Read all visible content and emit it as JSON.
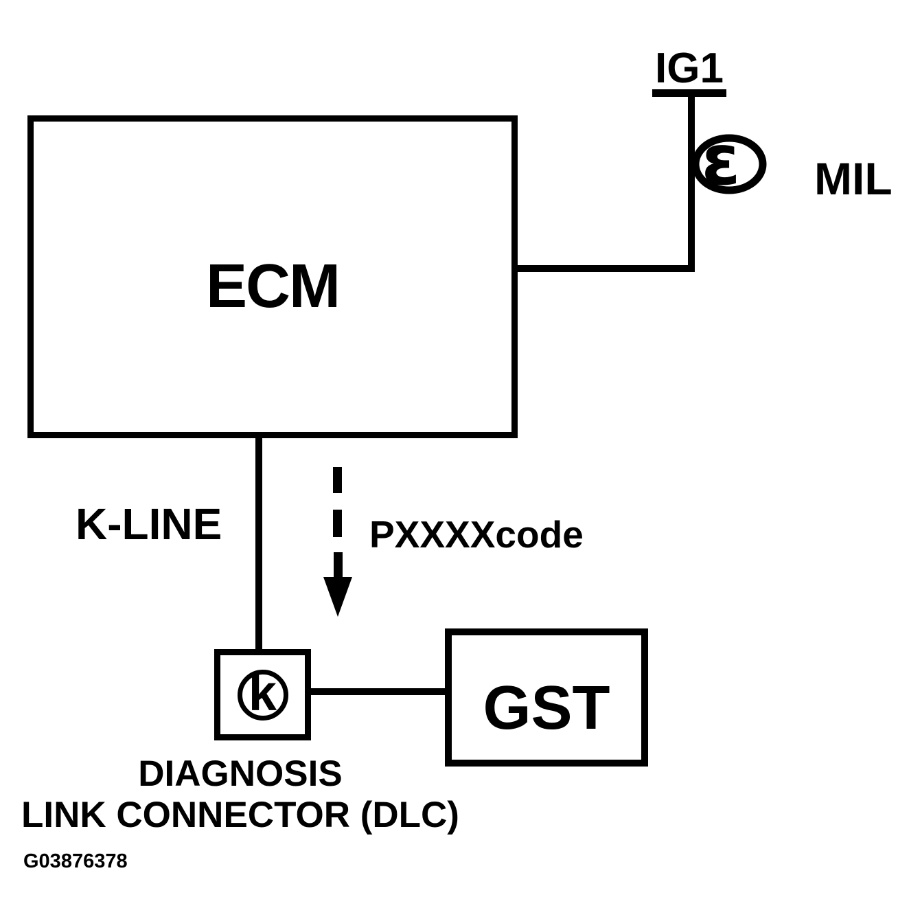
{
  "diagram": {
    "type": "wiring-diagnostic-diagram",
    "ink_color": "#000000",
    "background_color": "#ffffff"
  },
  "ecm": {
    "label": "ECM"
  },
  "mil_circuit": {
    "power_source_label": "IG1",
    "lamp_label": "MIL",
    "lamp_icon": "indicator-lamp-icon",
    "lamp_filament_glyph": "ε"
  },
  "k_line": {
    "label": "K-LINE",
    "code_label": "PXXXXcode",
    "arrow_icon": "dashed-down-arrow-icon"
  },
  "dlc": {
    "terminal_label": "k",
    "caption_line1": "DIAGNOSIS",
    "caption_line2": "LINK CONNECTOR (DLC)"
  },
  "gst": {
    "label": "GST"
  },
  "figure_id": "G03876378"
}
